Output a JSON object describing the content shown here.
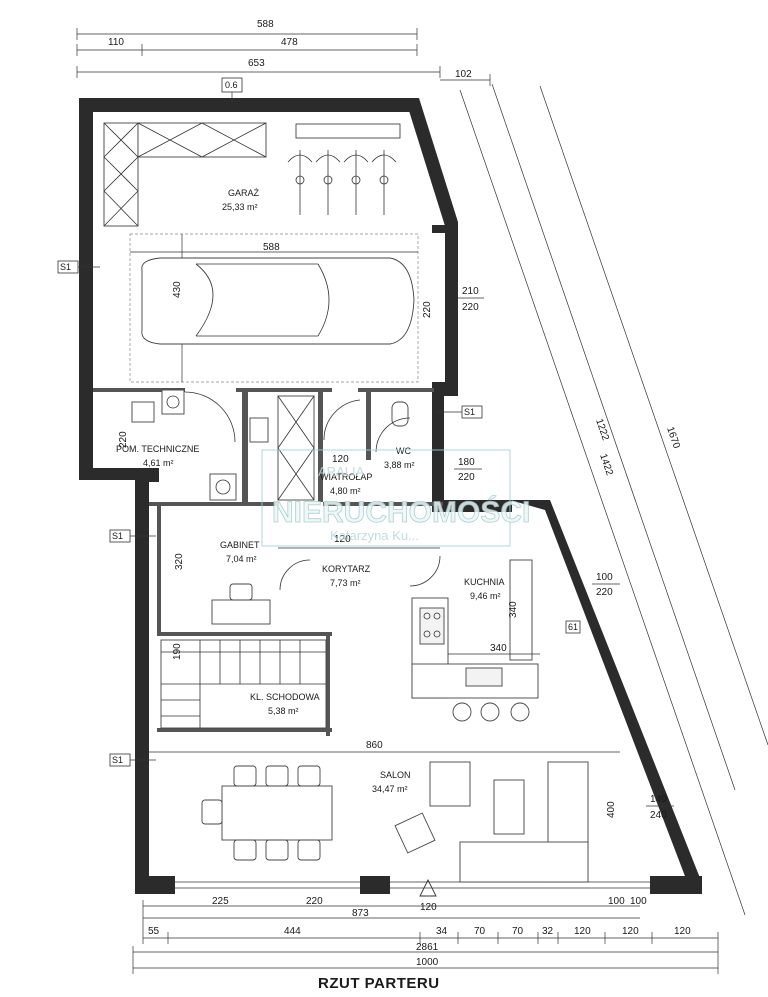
{
  "plan": {
    "title": "RZUT PARTERU",
    "rooms": [
      {
        "name": "GARAŻ",
        "area": "25,33 m²"
      },
      {
        "name": "POM. TECHNICZNE",
        "area": "4,61 m²"
      },
      {
        "name": "WIATROŁAP",
        "area": "4,80 m²"
      },
      {
        "name": "WC",
        "area": "3,88 m²"
      },
      {
        "name": "GABINET",
        "area": "7,04 m²"
      },
      {
        "name": "KORYTARZ",
        "area": "7,73 m²"
      },
      {
        "name": "KUCHNIA",
        "area": "9,46 m²"
      },
      {
        "name": "KL. SCHODOWA",
        "area": "5,38 m²"
      },
      {
        "name": "SALON",
        "area": "34,47 m²"
      }
    ],
    "top_dims": {
      "d588": "588",
      "d110": "110",
      "d478": "478",
      "d653": "653",
      "d102": "102"
    },
    "diag_dims": {
      "d1222": "1222",
      "d1422": "1422",
      "d1670": "1670"
    },
    "bottom_dims": {
      "d225": "225",
      "d220": "220",
      "d873": "873",
      "d120a": "120",
      "seg": [
        "55",
        "444",
        "34",
        "70",
        "70",
        "32",
        "120",
        "120",
        "120"
      ],
      "d2861": "2861",
      "d1000": "1000",
      "d100a": "100",
      "d100b": "100"
    },
    "inner_dims": {
      "g588": "588",
      "g430": "430",
      "g220": "220",
      "w210": "210",
      "w220a": "220",
      "pt220": "220",
      "wi120": "120",
      "wc180": "180",
      "wc220": "220",
      "k120": "120",
      "gb320": "320",
      "k340v": "340",
      "k340h": "340",
      "kw100": "100",
      "kw220": "220",
      "ks190": "190",
      "s860": "860",
      "s400": "400",
      "sw140": "140",
      "sw240": "240"
    },
    "tags": {
      "s1": "S1",
      "s1b": "S1",
      "s1c": "S1",
      "s1d": "S1",
      "sz06": "0.6",
      "b61": "61"
    },
    "watermark": {
      "line1": "ARALIA",
      "line2": "NIERUCHOMOŚCI",
      "line3": "Katarzyna Ku..."
    }
  }
}
